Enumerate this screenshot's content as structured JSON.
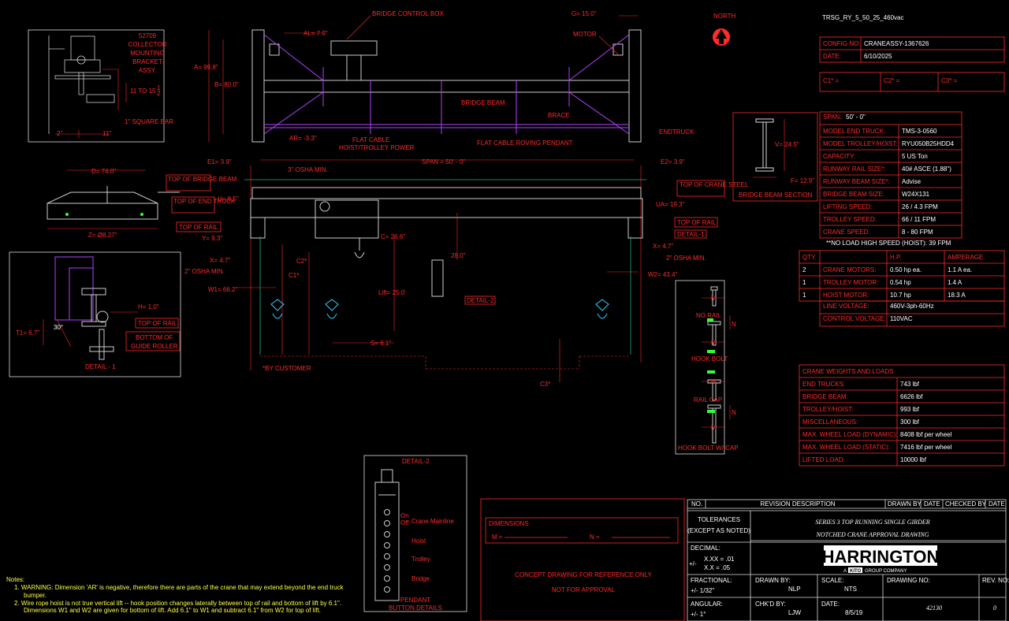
{
  "header": {
    "file_code": "TRSG_RY_5_50_25_460vac",
    "north": "NORTH",
    "config_label": "CONFIG NO:",
    "config_value": "CRANEASSY-1367626",
    "date_label": "DATE:",
    "date_value": "6/10/2025",
    "c1": "C1* =",
    "c2": "C2* =",
    "c3": "C3* ="
  },
  "specs": [
    {
      "label": "MODEL END TRUCK:",
      "value": "TMS-3-0560"
    },
    {
      "label": "MODEL TROLLEY/HOIST:",
      "value": "RYU050B25HDD4"
    },
    {
      "label": "CAPACITY:",
      "value": "5 US Ton"
    },
    {
      "label": "RUNWAY RAIL SIZE*:",
      "value": "40# ASCE (1.88\")"
    },
    {
      "label": "RUNWAY BEAM SIZE*:",
      "value": "Advise"
    },
    {
      "label": "BRIDGE BEAM SIZE:",
      "value": "W24X131"
    },
    {
      "label": "LIFTING SPEED:",
      "value": "26 / 4.3 FPM"
    },
    {
      "label": "TROLLEY SPEED:",
      "value": "66 / 11 FPM"
    },
    {
      "label": "CRANE SPEED:",
      "value": "8 - 80 FPM"
    }
  ],
  "span": {
    "label": "SPAN:",
    "value": "50' - 0\""
  },
  "no_load_note": "**NO LOAD HIGH SPEED (HOIST): 39 FPM",
  "motors": {
    "headers": [
      "QTY.",
      "H.P.",
      "AMPERAGE"
    ],
    "rows": [
      {
        "qty": "2",
        "label": "CRANE MOTORS:",
        "hp": "0.50 hp ea.",
        "amp": "1.1 A ea."
      },
      {
        "qty": "1",
        "label": "TROLLEY MOTOR:",
        "hp": "0.54 hp",
        "amp": "1.4 A"
      },
      {
        "qty": "1",
        "label": "HOIST MOTOR:",
        "hp": "10.7 hp",
        "amp": "18.3 A"
      }
    ],
    "line_voltage_label": "LINE VOLTAGE:",
    "line_voltage": "460V-3ph-60Hz",
    "control_voltage_label": "CONTROL VOLTAGE:",
    "control_voltage": "110VAC"
  },
  "weights": {
    "title": "CRANE WEIGHTS AND LOADS",
    "rows": [
      {
        "label": "END TRUCKS:",
        "value": "743 lbf"
      },
      {
        "label": "BRIDGE BEAM:",
        "value": "6626 lbf"
      },
      {
        "label": "TROLLEY/HOIST:",
        "value": "993 lbf"
      },
      {
        "label": "MISCELLANEOUS:",
        "value": "300 lbf"
      },
      {
        "label": "MAX. WHEEL LOAD (DYNAMIC):",
        "value": "8408 lbf per wheel"
      },
      {
        "label": "MAX. WHEEL LOAD (STATIC):",
        "value": "7416 lbf per wheel"
      },
      {
        "label": "LIFTED LOAD:",
        "value": "10000 lbf"
      }
    ]
  },
  "bridge_section": {
    "title": "BRIDGE BEAM SECTION",
    "v": "V= 24.5\"",
    "f": "F= 12.9\""
  },
  "drawing_labels": {
    "bridge_control_box": "BRIDGE CONTROL BOX",
    "g": "G= 15.0\"",
    "motor": "MOTOR",
    "al": "AL= 7.9\"",
    "a": "A= 99.8\"",
    "b": "B= 80.0\"",
    "bridge_beam": "BRIDGE BEAM",
    "brace": "BRACE",
    "endtruck": "ENDTRUCK",
    "ar": "AR= -3.3\"",
    "flat_cable": "FLAT CABLE",
    "hoist_trolley_power": "HOIST/TROLLEY POWER",
    "flat_cable_pendant": "FLAT CABLE ROVING PENDANT",
    "e1": "E1= 3.9\"",
    "e2": "E2= 3.9\"",
    "span_dim": "SPAN = 50' - 0\"",
    "osha_3": "3\" OSHA MIN.",
    "top_of_crane_steel": "TOP OF CRANE STEEL",
    "top_of_bridge_beam": "TOP OF BRIDGE BEAM",
    "top_of_end_truck": "TOP OF END TRUCK",
    "top_of_rail": "TOP OF RAIL",
    "u": "U= 8.5\"",
    "ua": "UA= 19.3\"",
    "y": "Y= 9.3\"",
    "detail1": "DETAIL-1",
    "x": "X= 4.7\"",
    "osha_2": "2\" OSHA MIN.",
    "c2star": "C2*",
    "c1star": "C1*",
    "c_val": "C= 26.6\"",
    "d28": "28.0\"",
    "lift": "Lift= 25.0'",
    "detail2": "DETAIL-2",
    "w1": "W1= 66.2\"",
    "w2": "W2= 43.4\"",
    "s": "S= 6.1\"",
    "by_customer": "*BY CUSTOMER",
    "c3star": "C3*",
    "d": "D= 74.0\"",
    "z": "Z= Ø8.27\"",
    "collector_no": "52709",
    "collector": "COLLECTOR",
    "mounting": "MOUNTING",
    "bracket": "BRACKET",
    "assy": "ASSY.",
    "eleven_to": "11 TO 15",
    "half_num": "1",
    "half_den": "2",
    "square_bar": "1\" SQUARE BAR",
    "two_in": "2\"",
    "eleven": "11\"",
    "h": "H= 1.0\"",
    "t1": "T1= 6.7\"",
    "deg30": "30°",
    "bottom_of": "BOTTOM OF",
    "guide_roller": "GUIDE ROLLER",
    "detail_1_title": "DETAIL - 1",
    "m": "M",
    "n": "N",
    "no_rail": "NO RAIL",
    "hook_bolt": "HOOK BOLT",
    "rail_cap": "RAIL CAP",
    "hook_bolt_cap": "HOOK BOLT W/ CAP"
  },
  "pendant": {
    "title": "DETAIL-2",
    "crane_mainline": "Crane Mainline",
    "on": "On",
    "off": "Off",
    "hoist": "Hoist",
    "trolley": "Trolley",
    "bridge": "Bridge",
    "caption1": "PENDANT",
    "caption2": "BUTTON DETAILS"
  },
  "dimensions_box": {
    "title": "DIMENSIONS",
    "m": "M =",
    "n": "N =",
    "concept": "CONCEPT DRAWING FOR REFERENCE ONLY",
    "not_for_approval": "NOT FOR APPROVAL"
  },
  "notes": {
    "title": "Notes:",
    "lines": [
      "1. WARNING: Dimension 'AR' is negative, therefore there are parts of the crane that may extend beyond the end truck",
      "bumper.",
      "2. Wire rope hoist is not true vertical lift -- hook position changes laterally between top of rail and bottom of lift by 6.1\".",
      "Dimensions W1 and W2 are given for bottom of lift. Add 6.1\" to W1 and subtract 6.1\" from W2 for top of lift."
    ]
  },
  "title_block": {
    "no": "NO.",
    "revision_description": "REVISION DESCRIPTION",
    "drawn_by_hdr": "DRAWN BY",
    "date_hdr": "DATE",
    "checked_by_hdr": "CHECKED BY",
    "date_hdr2": "DATE",
    "tolerances": "TOLERANCES",
    "except": "(EXCEPT AS NOTED)",
    "title_line1": "SERIES 3 TOP RUNNING SINGLE GIRDER",
    "title_line2": "NOTCHED CRANE APPROVAL DRAWING",
    "decimal": "DECIMAL:",
    "pm": "+/-",
    "xxx": "X.XX = .01",
    "xx": "X.X = .05",
    "logo": "HARRINGTON",
    "logo_sub_a": "A",
    "logo_sub_kito": "KITO",
    "logo_sub_b": "GROUP COMPANY",
    "fractional": "FRACTIONAL:",
    "frac_val": "+/- 1/32\"",
    "drawn_by": "DRAWN BY:",
    "drawn_by_val": "NLP",
    "scale": "SCALE:",
    "scale_val": "NTS",
    "drawing_no": "DRAWING NO:",
    "drawing_no_val": "42130",
    "rev_no": "REV. NO:",
    "rev_no_val": "0",
    "angular": "ANGULAR:",
    "angular_val": "+/- 1°",
    "chkd_by": "CHK'D BY:",
    "chkd_by_val": "LJW",
    "date": "DATE:",
    "date_val": "8/5/19"
  }
}
